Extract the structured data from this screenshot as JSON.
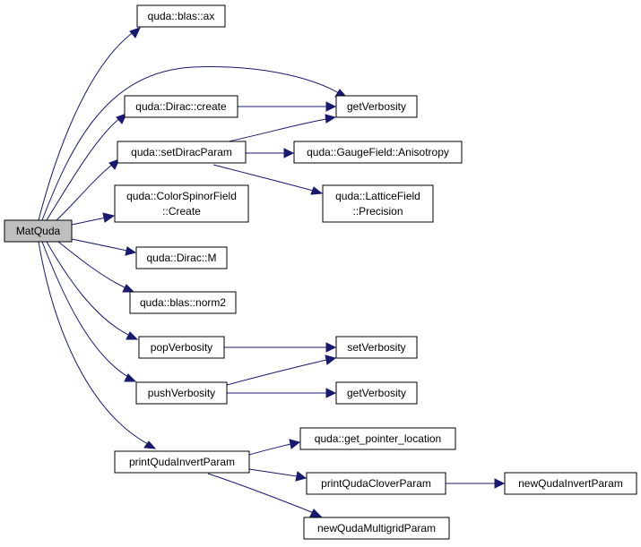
{
  "colors": {
    "root_fill": "#bfbfbf",
    "node_fill": "#ffffff",
    "edge": "#191970"
  },
  "nodes": {
    "matquda": "MatQuda",
    "blas_ax": "quda::blas::ax",
    "dirac_create": "quda::Dirac::create",
    "get_verbosity_1": "getVerbosity",
    "set_dirac_param": "quda::setDiracParam",
    "gauge_anisotropy": "quda::GaugeField::Anisotropy",
    "csf_create": [
      "quda::ColorSpinorField",
      "::Create"
    ],
    "lattice_precision": [
      "quda::LatticeField",
      "::Precision"
    ],
    "dirac_m": "quda::Dirac::M",
    "blas_norm2": "quda::blas::norm2",
    "pop_verbosity": "popVerbosity",
    "set_verbosity": "setVerbosity",
    "push_verbosity": "pushVerbosity",
    "get_verbosity_2": "getVerbosity",
    "get_pointer_location": "quda::get_pointer_location",
    "print_invert_param": "printQudaInvertParam",
    "print_clover_param": "printQudaCloverParam",
    "new_invert_param": "newQudaInvertParam",
    "new_multigrid_param": "newQudaMultigridParam"
  }
}
